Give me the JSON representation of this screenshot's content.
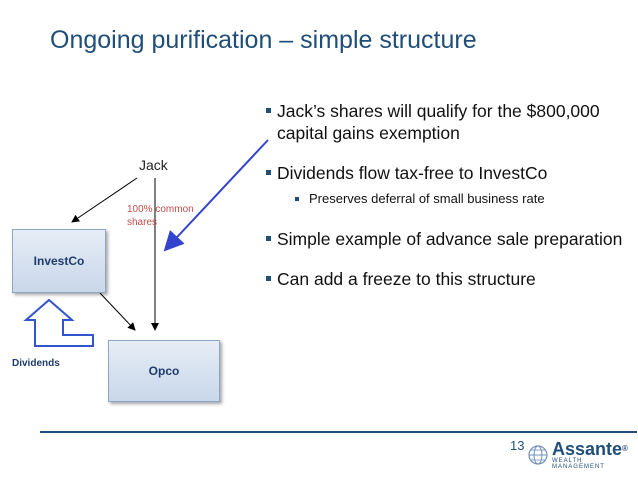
{
  "slide": {
    "title": "Ongoing purification – simple structure",
    "page_number": "13"
  },
  "diagram": {
    "jack_label": "Jack",
    "ownership_label": "100% common shares",
    "investco_label": "InvestCo",
    "opco_label": "Opco",
    "dividends_label": "Dividends",
    "colors": {
      "box_text": "#1f3c6e",
      "ownership_text": "#c0504d",
      "arrow_blue": "#3344cc"
    }
  },
  "bullets": [
    {
      "text": "Jack’s shares will qualify for the $800,000 capital gains exemption"
    },
    {
      "text": "Dividends flow tax-free to InvestCo",
      "sub": "Preserves deferral of small business rate"
    },
    {
      "text": "Simple example of advance sale preparation"
    },
    {
      "text": "Can add a freeze to this structure"
    }
  ],
  "logo": {
    "name": "Assante",
    "tagline": "WEALTH MANAGEMENT",
    "mark": "®"
  },
  "colors": {
    "title": "#1f4e79",
    "accent": "#1f4e79"
  }
}
